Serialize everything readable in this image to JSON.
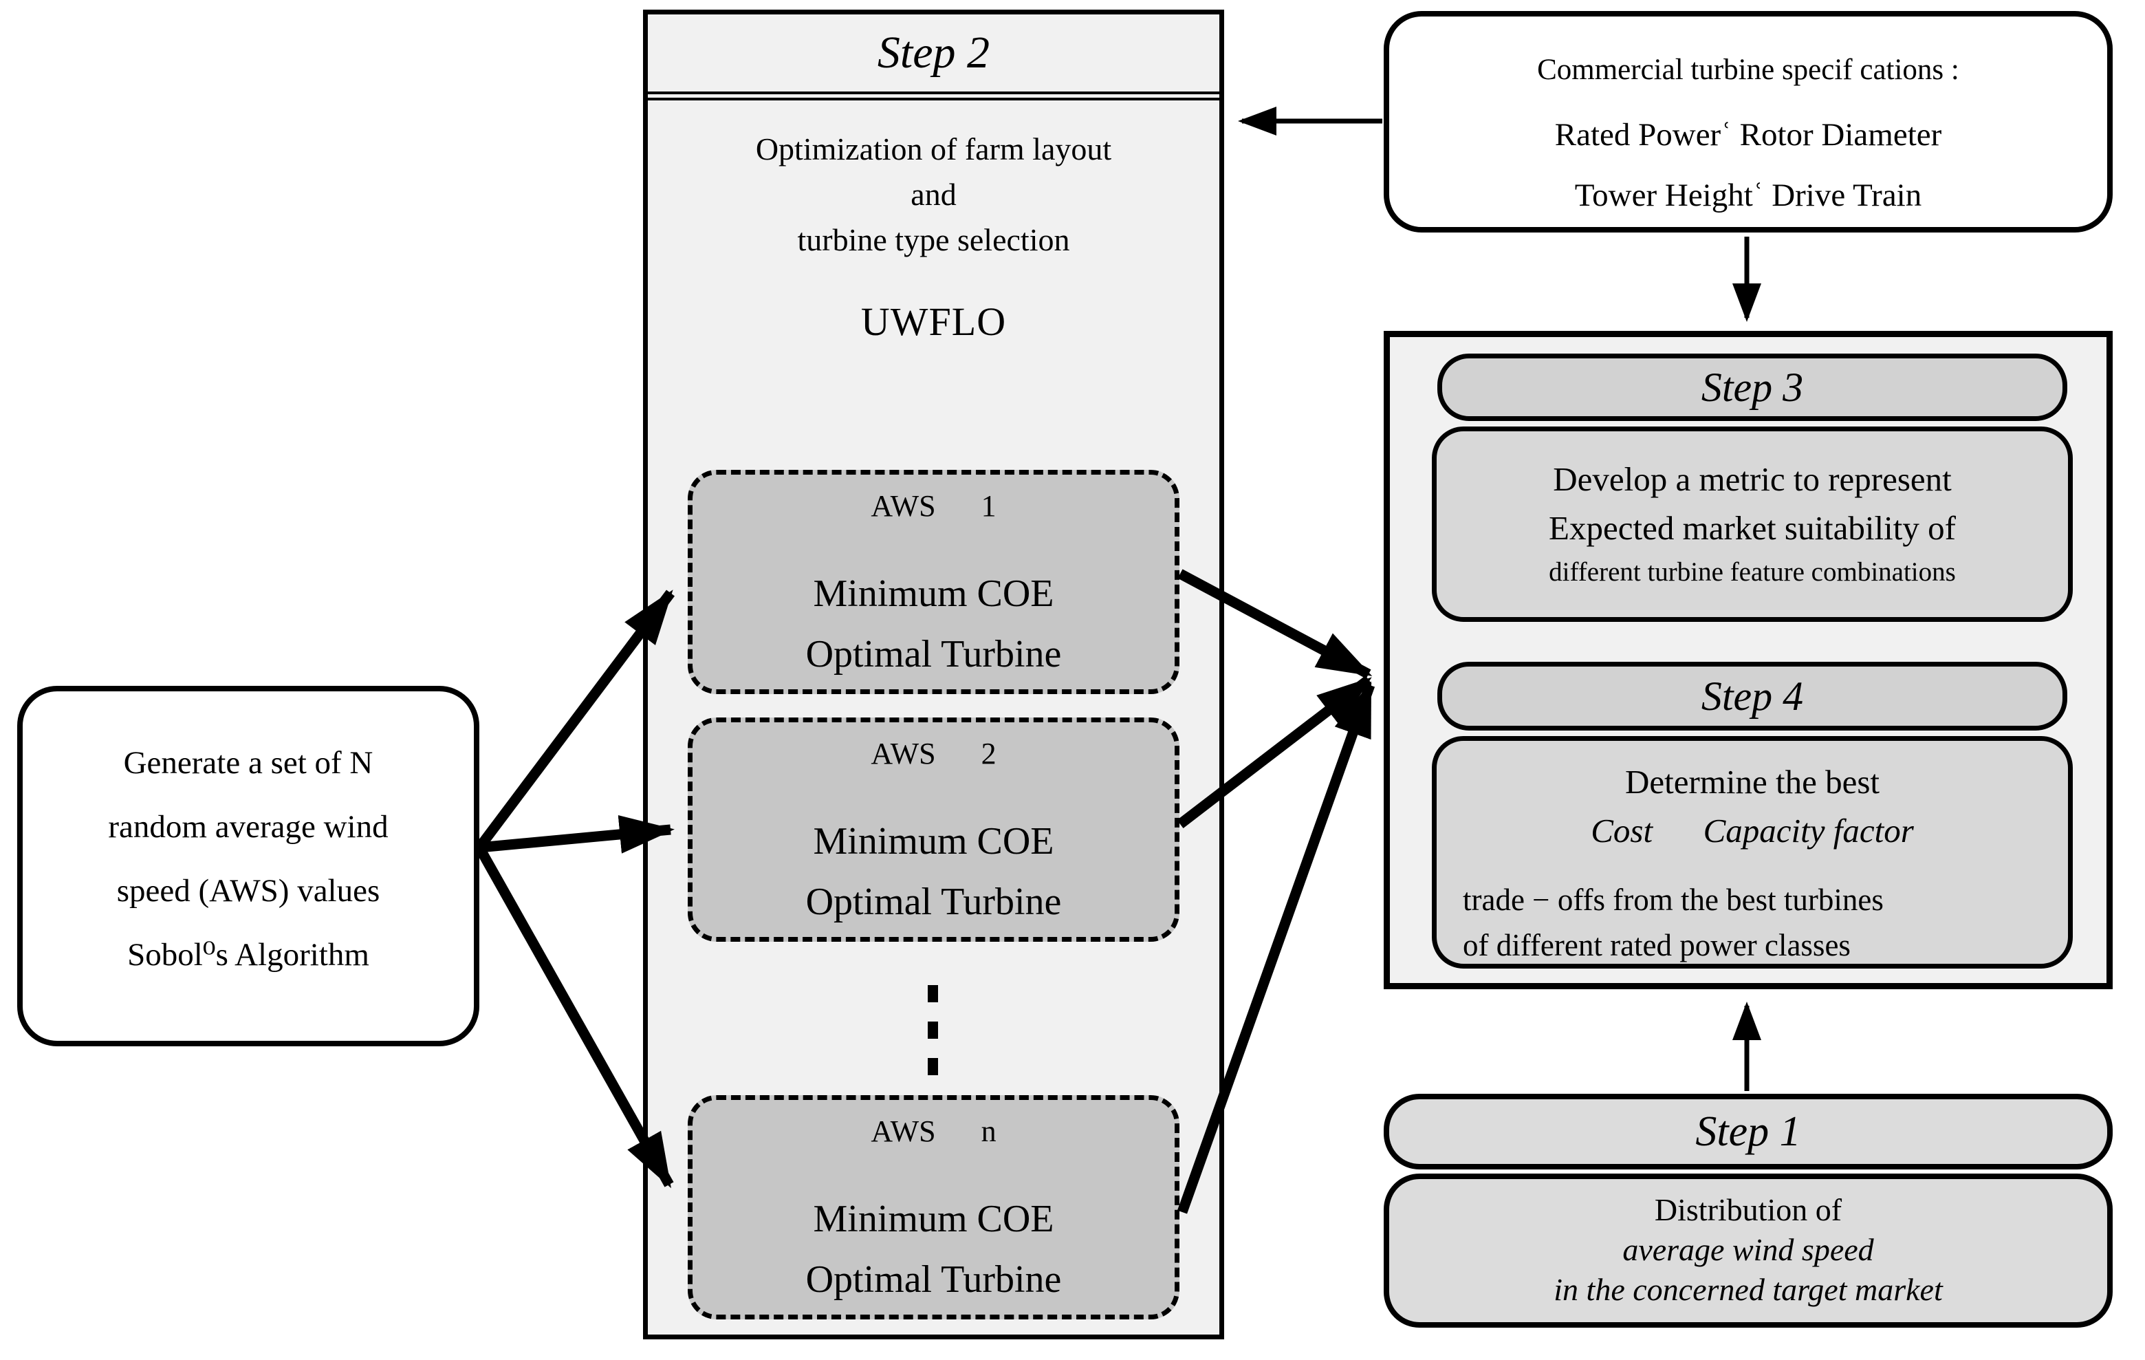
{
  "colors": {
    "panel_bg": "#f1f1f1",
    "aws_box_bg": "#c6c6c6",
    "step_header_bg": "#d2d2d2",
    "step_body_bg": "#d8d8d8",
    "step1_bg": "#dcdcdc",
    "white_box_bg": "#ffffff",
    "line_color": "#000000"
  },
  "left_box": {
    "line1": "Generate a set of N",
    "line2": "random average wind",
    "line3": "speed (AWS) values",
    "line4": "Sobol⁰s Algorithm"
  },
  "step2_panel": {
    "title": "Step 2",
    "line1": "Optimization of farm layout",
    "line2": "and",
    "line3": "turbine type selection",
    "tool": "UWFLO",
    "aws_boxes": [
      {
        "label": "AWS   1",
        "line1": "Minimum COE",
        "line2": "Optimal Turbine"
      },
      {
        "label": "AWS   2",
        "line1": "Minimum COE",
        "line2": "Optimal Turbine"
      },
      {
        "label": "AWS   n",
        "line1": "Minimum COE",
        "line2": "Optimal Turbine"
      }
    ]
  },
  "commercial_box": {
    "line1": "Commercial turbine specif cations :",
    "line2": "Rated Powerʿ Rotor Diameter",
    "line3": "Tower Heightʿ Drive Train"
  },
  "right_panel": {
    "step3": {
      "title": "Step 3",
      "line1": "Develop a metric to represent",
      "line2": "Expected market suitability of",
      "line3": "different turbine feature combinations"
    },
    "step4": {
      "title": "Step 4",
      "line1": "Determine the best",
      "line2": "Cost   Capacity factor",
      "line3": "trade − offs from the best turbines",
      "line4": "of different rated power classes"
    }
  },
  "step1": {
    "title": "Step 1",
    "line1": "Distribution of",
    "line2": "average wind speed",
    "line3": "in the concerned target market"
  }
}
